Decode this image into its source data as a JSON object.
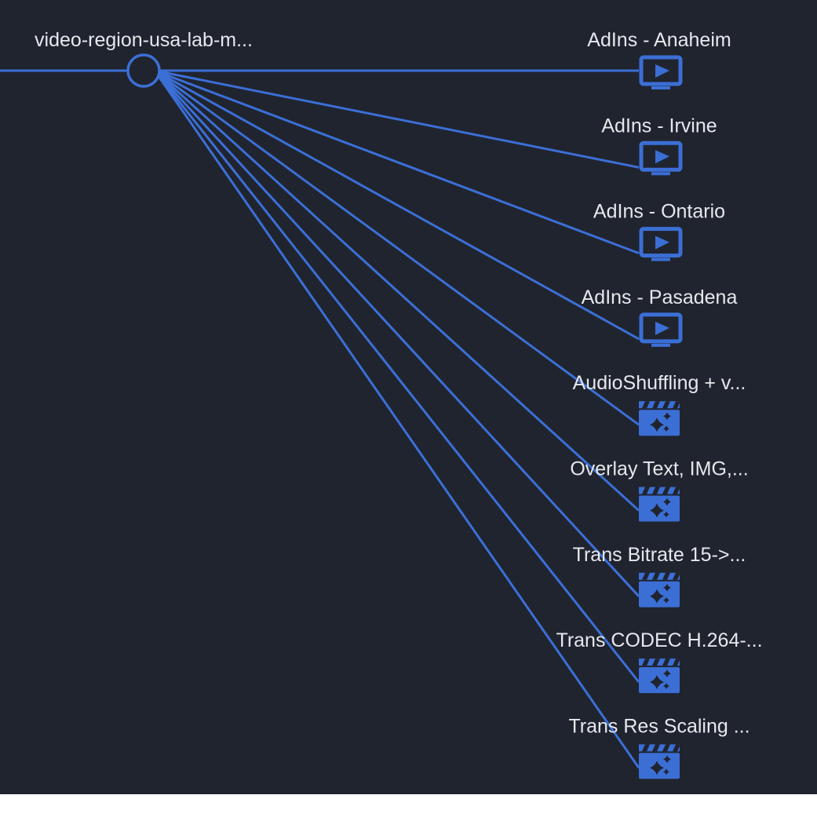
{
  "colors": {
    "background": "#20242f",
    "accent": "#3b6fd6",
    "text": "#e6e8ec"
  },
  "source": {
    "label": "video-region-usa-lab-m..."
  },
  "nodes": [
    {
      "label": "AdIns - Anaheim",
      "icon": "play-screen-icon"
    },
    {
      "label": "AdIns - Irvine",
      "icon": "play-screen-icon"
    },
    {
      "label": "AdIns - Ontario",
      "icon": "play-screen-icon"
    },
    {
      "label": "AdIns - Pasadena",
      "icon": "play-screen-icon"
    },
    {
      "label": "AudioShuffling + v...",
      "icon": "movie-magic-icon"
    },
    {
      "label": "Overlay Text, IMG,...",
      "icon": "movie-magic-icon"
    },
    {
      "label": "Trans Bitrate 15->...",
      "icon": "movie-magic-icon"
    },
    {
      "label": "Trans CODEC H.264-...",
      "icon": "movie-magic-icon"
    },
    {
      "label": "Trans Res Scaling ...",
      "icon": "movie-magic-icon"
    }
  ]
}
